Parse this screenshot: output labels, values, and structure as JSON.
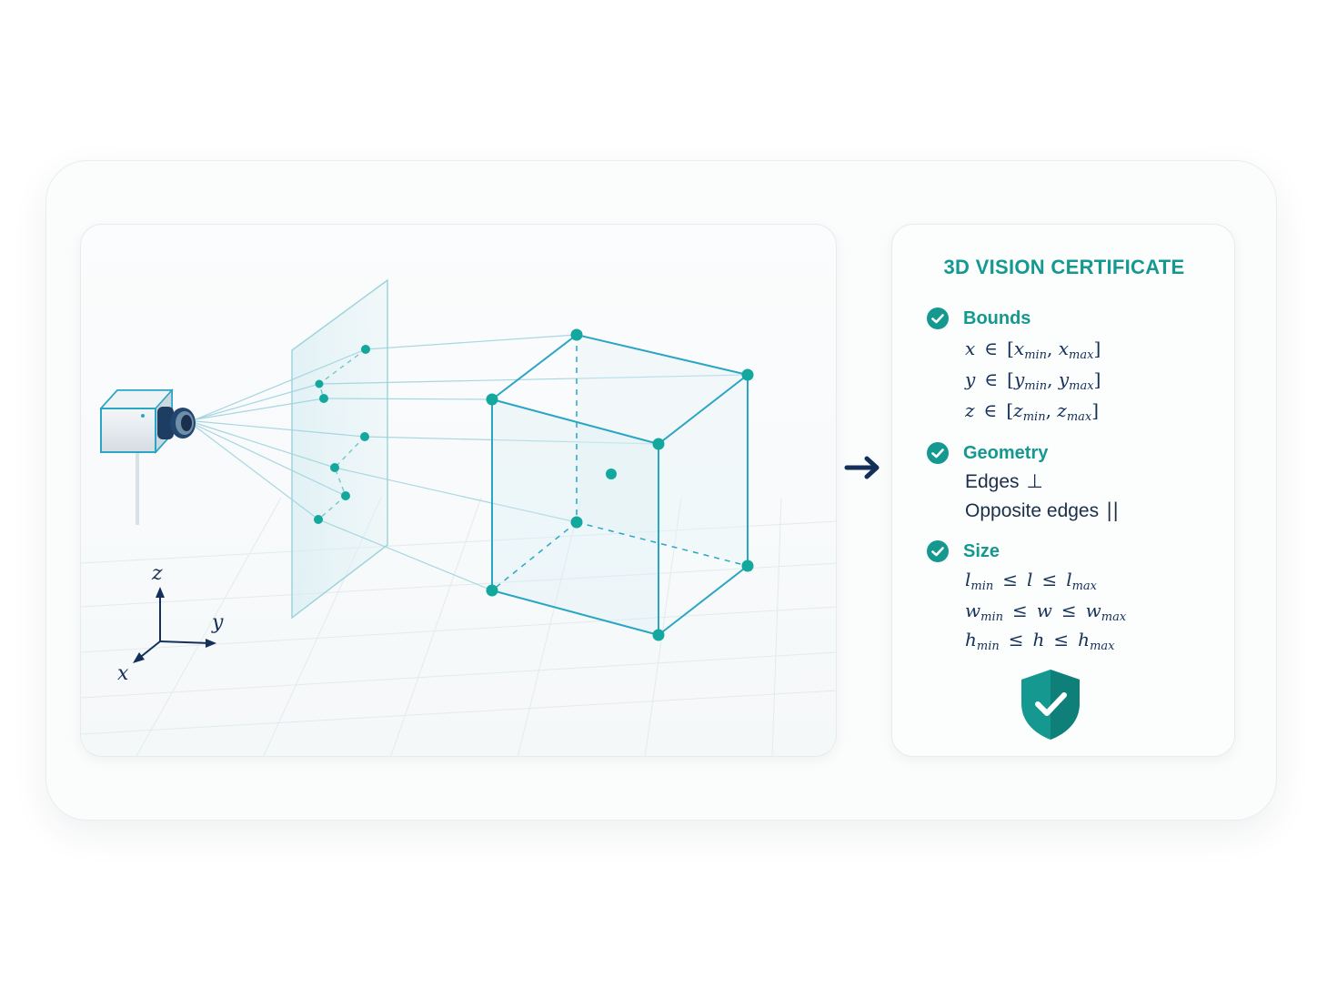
{
  "certificate": {
    "title": "3D VISION CERTIFICATE",
    "sections": {
      "bounds": {
        "label": "Bounds",
        "x": {
          "var": "x",
          "op": "∈",
          "lo": "x",
          "lo_sub": "min",
          "hi": "x",
          "hi_sub": "max"
        },
        "y": {
          "var": "y",
          "op": "∈",
          "lo": "y",
          "lo_sub": "min",
          "hi": "y",
          "hi_sub": "max"
        },
        "z": {
          "var": "z",
          "op": "∈",
          "lo": "z",
          "lo_sub": "min",
          "hi": "z",
          "hi_sub": "max"
        }
      },
      "geometry": {
        "label": "Geometry",
        "line1_text": "Edges",
        "line1_symbol": "⊥",
        "line2_text": "Opposite edges",
        "line2_symbol": "||"
      },
      "size": {
        "label": "Size",
        "l": {
          "lo": "l",
          "lo_sub": "min",
          "op": "≤",
          "var": "l",
          "hi": "l",
          "hi_sub": "max"
        },
        "w": {
          "lo": "w",
          "lo_sub": "min",
          "op": "≤",
          "var": "w",
          "hi": "w",
          "hi_sub": "max"
        },
        "h": {
          "lo": "h",
          "lo_sub": "min",
          "op": "≤",
          "var": "h",
          "hi": "h",
          "hi_sub": "max"
        }
      }
    }
  },
  "axes": {
    "x": "x",
    "y": "y",
    "z": "z"
  },
  "icons": {
    "camera": "camera-icon",
    "check": "check-circle-icon",
    "arrow": "arrow-right-icon",
    "shield": "shield-check-icon"
  },
  "colors": {
    "accent": "#14988f",
    "accent_dark": "#0f6f6b",
    "navy": "#14305a",
    "cube_edge": "#2aa6c4",
    "point": "#13a89e"
  }
}
